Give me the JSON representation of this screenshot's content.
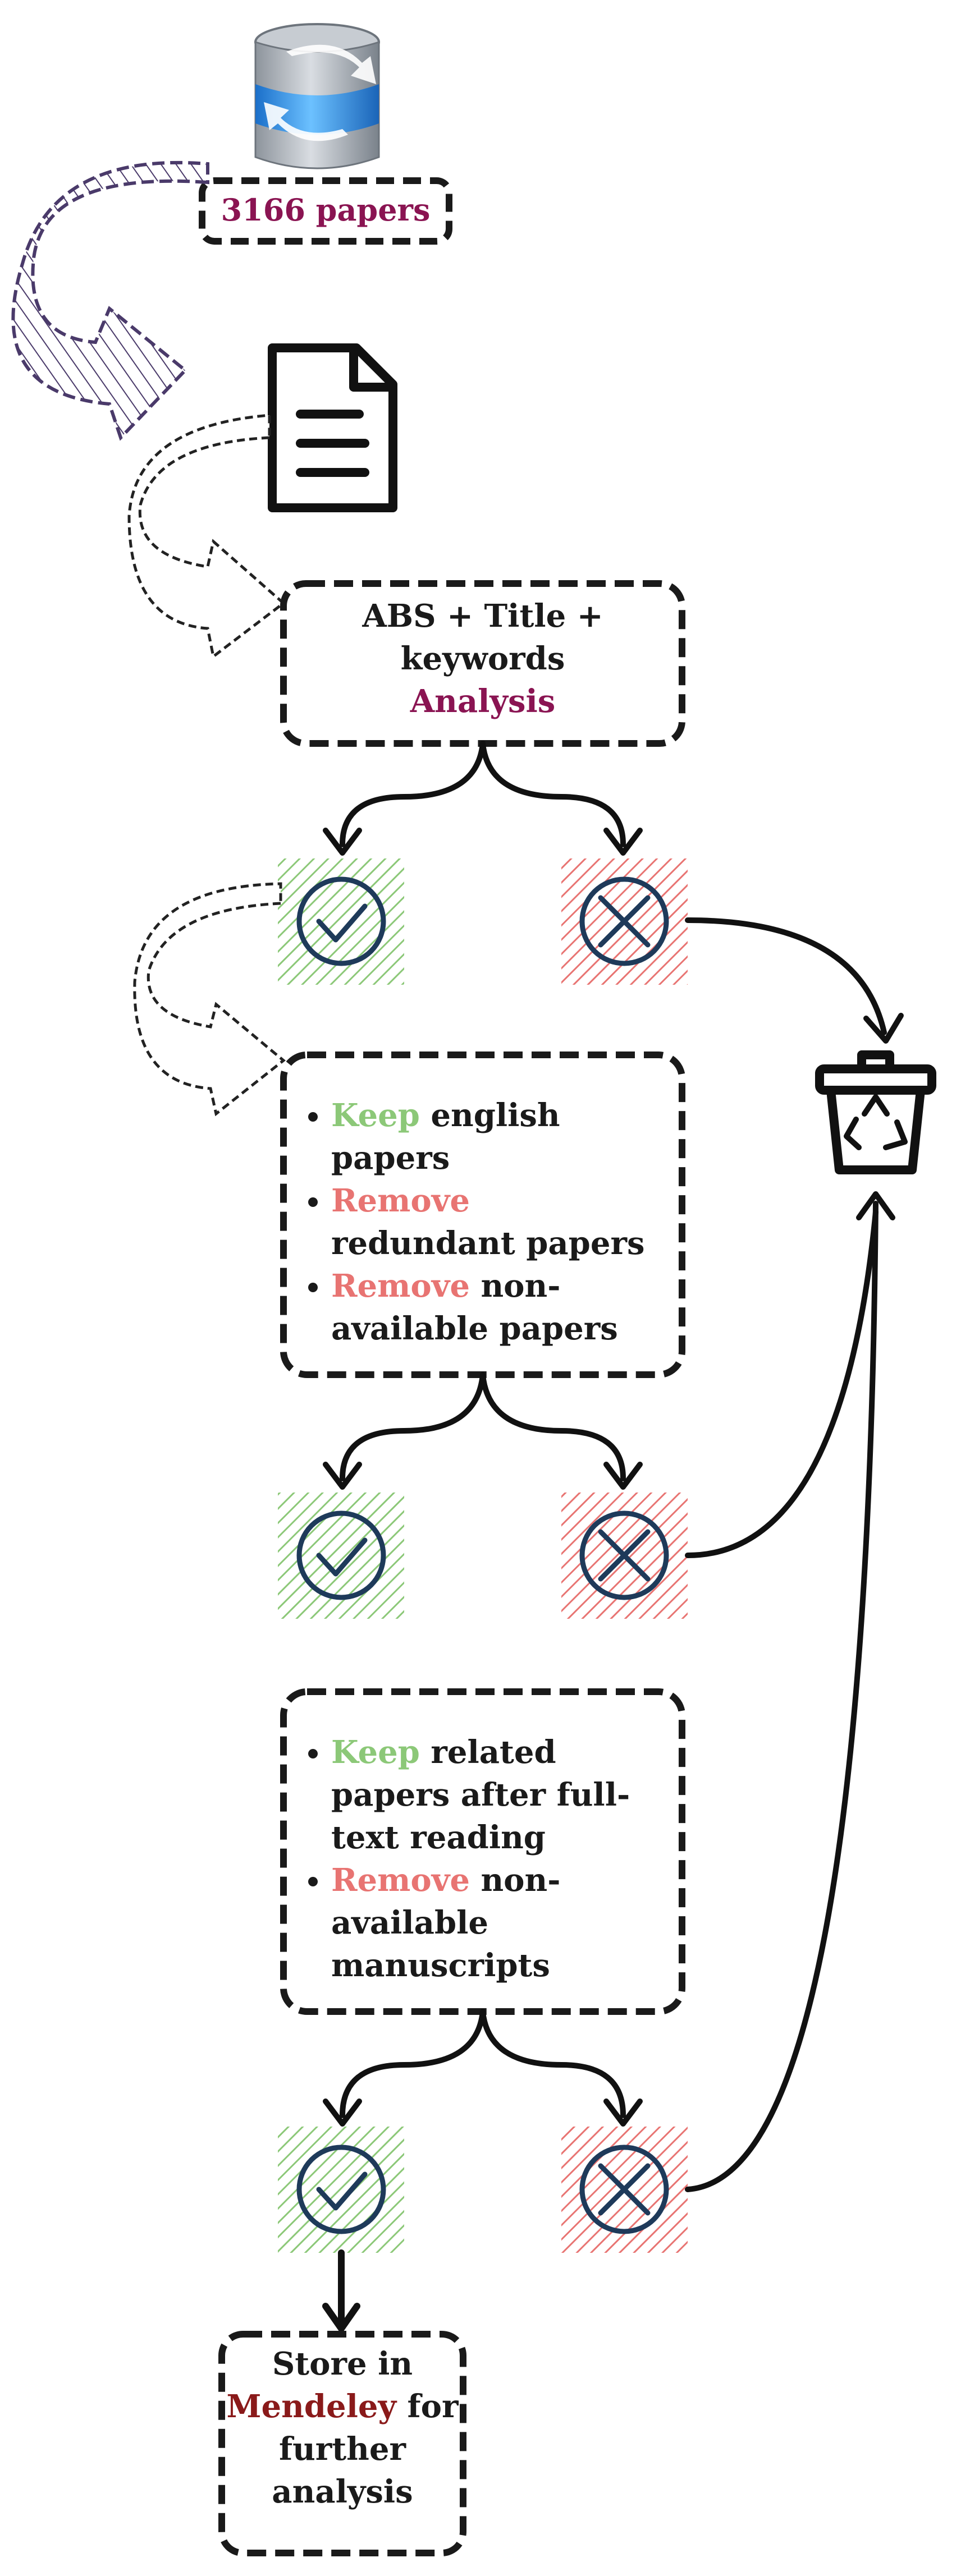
{
  "source": {
    "count_label": "3166 papers",
    "icon": "database-icon"
  },
  "screening": {
    "icon": "document-icon",
    "line1": "ABS + Title +",
    "line2": "keywords",
    "line3": "Analysis"
  },
  "filter_criteria": {
    "items": [
      {
        "verb": "Keep",
        "rest_l1": " english",
        "rest_l2": "papers"
      },
      {
        "verb": "Remove",
        "rest_l1": "",
        "rest_l2": "redundant papers"
      },
      {
        "verb": "Remove",
        "rest_l1": " non-",
        "rest_l2": "available papers"
      }
    ]
  },
  "fulltext_criteria": {
    "items": [
      {
        "verb": "Keep",
        "rest_l1": " related",
        "rest_l2": "papers after full-",
        "rest_l3": "text reading"
      },
      {
        "verb": "Remove",
        "rest_l1": " non-",
        "rest_l2": "available",
        "rest_l3": "manuscripts"
      }
    ]
  },
  "result": {
    "line1": "Store in",
    "line2_highlight": "Mendeley",
    "line2_rest": " for",
    "line3": "further",
    "line4": "analysis"
  },
  "colors": {
    "accept_green": "#8cc878",
    "reject_red": "#e87472",
    "icon_navy": "#1e3a5a",
    "highlight_magenta": "#8a1452",
    "highlight_darkred": "#8a1a1a",
    "purple_arrow": "#4a3a6a"
  },
  "icons": [
    "database-icon",
    "document-icon",
    "check-icon",
    "cross-icon",
    "recycle-bin-icon"
  ]
}
